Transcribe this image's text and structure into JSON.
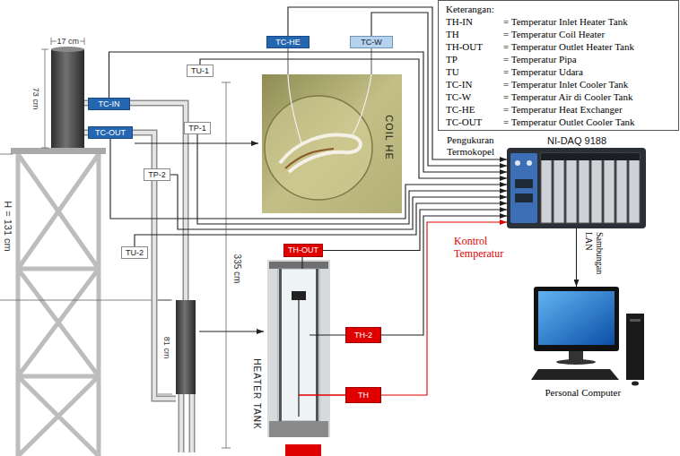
{
  "diagram": {
    "nodes": [
      {
        "text": [
          "Keterangan:",
          "TH-IN",
          "= Temperatur Inlet Heater Tank",
          "TH",
          "= Temperatur Coil Heater",
          "TH-OUT",
          "= Temperatur Outlet Heater Tank",
          "TP",
          "= Temperatur Pipa",
          "TU",
          "= Temperatur Udara",
          "TC-IN",
          "= Temperatur Inlet Cooler Tank",
          "TC-W",
          "= Temperatur Air di Cooler Tank",
          "TC-HE",
          "= Temperatur Heat Exchanger",
          "TC-OUT",
          "= Temperatur Outlet Cooler Tank"
        ]
      },
      {
        "text": [
          "TC-HE"
        ]
      },
      {
        "text": [
          "TC-W"
        ]
      },
      {
        "text": [
          "TU-1"
        ]
      },
      {
        "text": [
          "COIL HE"
        ]
      },
      {
        "text": [
          "TC-IN"
        ]
      },
      {
        "text": [
          "TP-1"
        ]
      },
      {
        "text": [
          "TC-OUT"
        ]
      },
      {
        "text": [
          "NI-DAQ 9188"
        ]
      },
      {
        "text": [
          "TP-2"
        ]
      },
      {
        "text": [
          "TH-OUT"
        ]
      },
      {
        "text": [
          "TU-2"
        ]
      },
      {
        "text": [
          "HEATER TANK"
        ]
      },
      {
        "text": [
          "TH-2"
        ]
      },
      {
        "text": [
          "TH"
        ]
      },
      {
        "text": [
          "Personal Computer"
        ]
      }
    ],
    "edges": [
      {
        "from": 2,
        "to": 8,
        "arrow": "to"
      },
      {
        "from": 1,
        "to": 8,
        "arrow": "to"
      },
      {
        "from": 3,
        "to": 8,
        "arrow": "to"
      },
      {
        "from": 5,
        "to": 8,
        "arrow": "to"
      },
      {
        "from": 7,
        "to": 8,
        "arrow": "to"
      },
      {
        "from": 6,
        "to": 8,
        "arrow": "to"
      },
      {
        "from": 9,
        "to": 8,
        "arrow": "to"
      },
      {
        "from": 11,
        "to": 8,
        "arrow": "to"
      },
      {
        "from": 10,
        "to": 8,
        "arrow": "to"
      },
      {
        "from": 13,
        "to": 8,
        "arrow": "to"
      },
      {
        "from": 14,
        "to": 8,
        "label": "Kontrol Temperatur",
        "arrow": "to"
      },
      {
        "from": 8,
        "to": 15,
        "label": "Sambungan LAN",
        "arrow": "to"
      }
    ],
    "labels": [
      "17 cm",
      "73 cm",
      "H = 131 cm",
      "335 cm",
      "81 cm",
      "Pengukuran Termokopel"
    ]
  }
}
